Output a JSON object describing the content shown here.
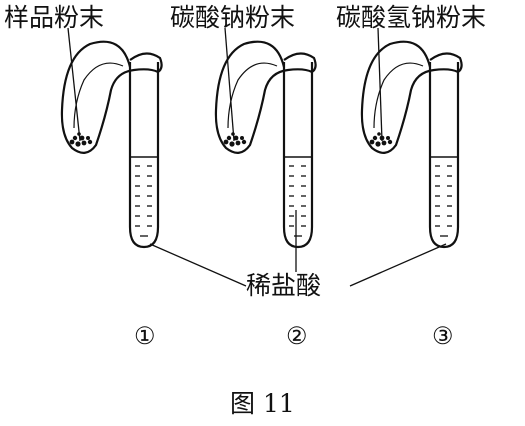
{
  "labels": {
    "sample_powder": "样品粉末",
    "sodium_carbonate_powder": "碳酸钠粉末",
    "sodium_bicarbonate_powder": "碳酸氢钠粉末",
    "dilute_hcl": "稀盐酸"
  },
  "tube_numbers": [
    "①",
    "②",
    "③"
  ],
  "caption": "图 11",
  "colors": {
    "ink": "#111111",
    "background": "#ffffff"
  }
}
